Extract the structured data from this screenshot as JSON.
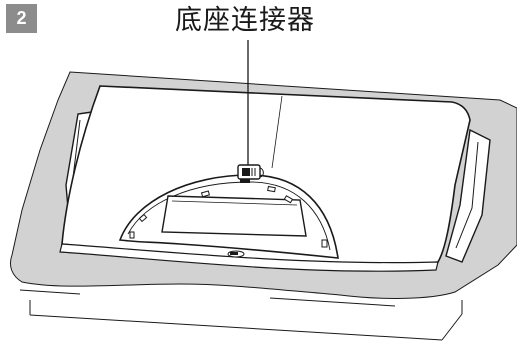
{
  "step": {
    "number": "2"
  },
  "callout": {
    "label": "底座连接器"
  },
  "colors": {
    "badge_background": "#8c8c8c",
    "cloth": "#d2d2d2",
    "monitor_fill": "#ffffff",
    "line": "#1a1a1a"
  },
  "icons": {
    "illustration": "monitor-face-down-on-cloth",
    "connector": "stand-connector-icon"
  }
}
